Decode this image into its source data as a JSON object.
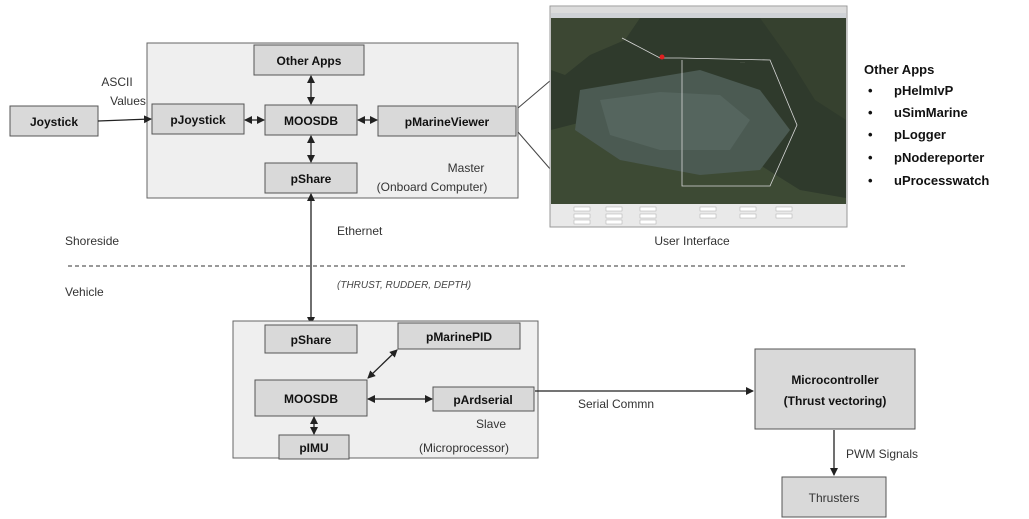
{
  "colors": {
    "box_fill": "#d9d9d9",
    "container_fill": "#f0f0f0",
    "line": "#222222"
  },
  "shoreside": {
    "joystick": "Joystick",
    "ascii_label": "ASCII",
    "values_label": "Values",
    "pjoystick": "pJoystick",
    "moosdb": "MOOSDB",
    "other_apps": "Other Apps",
    "pmarineviewer": "pMarineViewer",
    "pshare": "pShare",
    "master_label": "Master",
    "onboard_label": "(Onboard Computer)"
  },
  "user_interface_label": "User Interface",
  "other_apps_list": {
    "title": "Other Apps",
    "items": [
      "pHelmIvP",
      "uSimMarine",
      "pLogger",
      "pNodereporter",
      "uProcesswatch"
    ]
  },
  "links": {
    "ethernet": "Ethernet",
    "protocol": "(THRUST, RUDDER, DEPTH)",
    "serial": "Serial Commn",
    "pwm": "PWM Signals"
  },
  "regions": {
    "shoreside": "Shoreside",
    "vehicle": "Vehicle"
  },
  "vehicle": {
    "pshare": "pShare",
    "pmarinepid": "pMarinePID",
    "moosdb": "MOOSDB",
    "pardserial": "pArdserial",
    "pimu": "pIMU",
    "slave_label": "Slave",
    "microprocessor_label": "(Microprocessor)"
  },
  "microcontroller": {
    "line1": "Microcontroller",
    "line2": "(Thrust vectoring)"
  },
  "thrusters": "Thrusters"
}
